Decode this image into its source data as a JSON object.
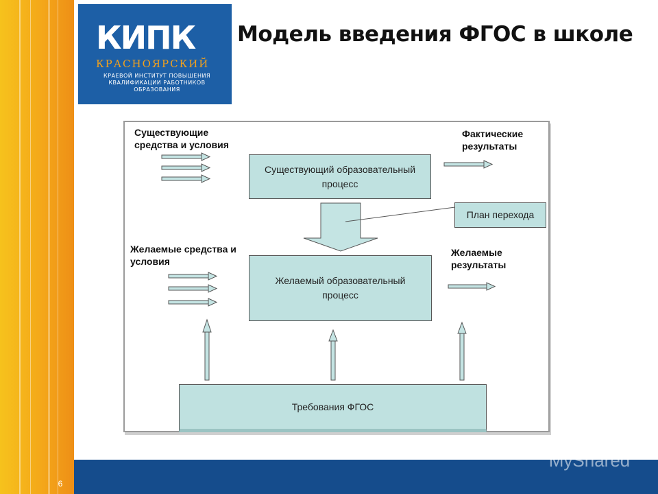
{
  "header": {
    "title": "Модель введения ФГОС в школе"
  },
  "logo": {
    "mark": "КИПК",
    "city": "КРАСНОЯРСКИЙ",
    "sub_lines": [
      "КРАЕВОЙ ИНСТИТУТ ПОВЫШЕНИЯ",
      "КВАЛИФИКАЦИИ РАБОТНИКОВ",
      "ОБРАЗОВАНИЯ"
    ]
  },
  "diagram": {
    "existing_means": "Существующие средства и условия",
    "existing_process": "Существующий образовательный процесс",
    "actual_results": "Фактические результаты",
    "transition_plan": "План перехода",
    "desired_means": "Желаемые средства и условия",
    "desired_process": "Желаемый образовательный процесс",
    "desired_results": "Желаемые результаты",
    "requirements": "Требования ФГОС"
  },
  "footer": {
    "slide_number": "6",
    "watermark": "MyShared"
  },
  "colors": {
    "box_fill": "#bfe1e0",
    "bottom_band": "#154c8c",
    "side_bar": "#f4a81a",
    "logo_bg": "#1d5fa6"
  }
}
